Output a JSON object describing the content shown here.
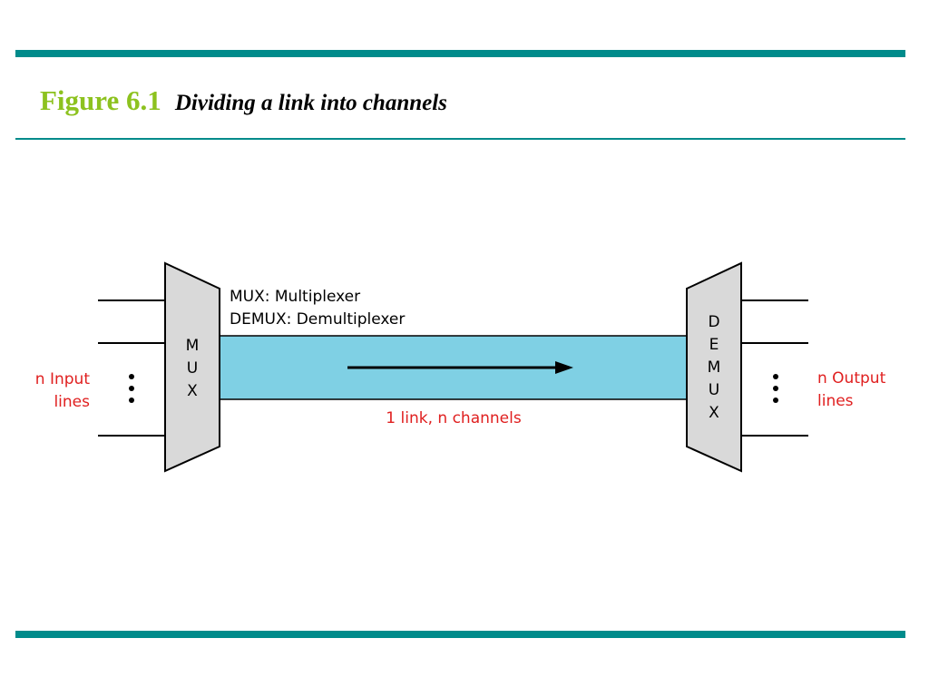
{
  "figure": {
    "label": "Figure 6.1",
    "caption": "Dividing a link into channels"
  },
  "diagram": {
    "legend_line1": "MUX: Multiplexer",
    "legend_line2": "DEMUX: Demultiplexer",
    "mux_letters": [
      "M",
      "U",
      "X"
    ],
    "demux_letters": [
      "D",
      "E",
      "M",
      "U",
      "X"
    ],
    "input_label_line1": "n Input",
    "input_label_line2": "lines",
    "output_label_line1": "n Output",
    "output_label_line2": "lines",
    "link_label": "1 link, n channels"
  },
  "colors": {
    "accent_rule": "#008B8B",
    "figure_label": "#8DC21F",
    "link_fill": "#7FD0E4",
    "device_fill": "#D9D9D9",
    "label_red": "#E02020"
  }
}
